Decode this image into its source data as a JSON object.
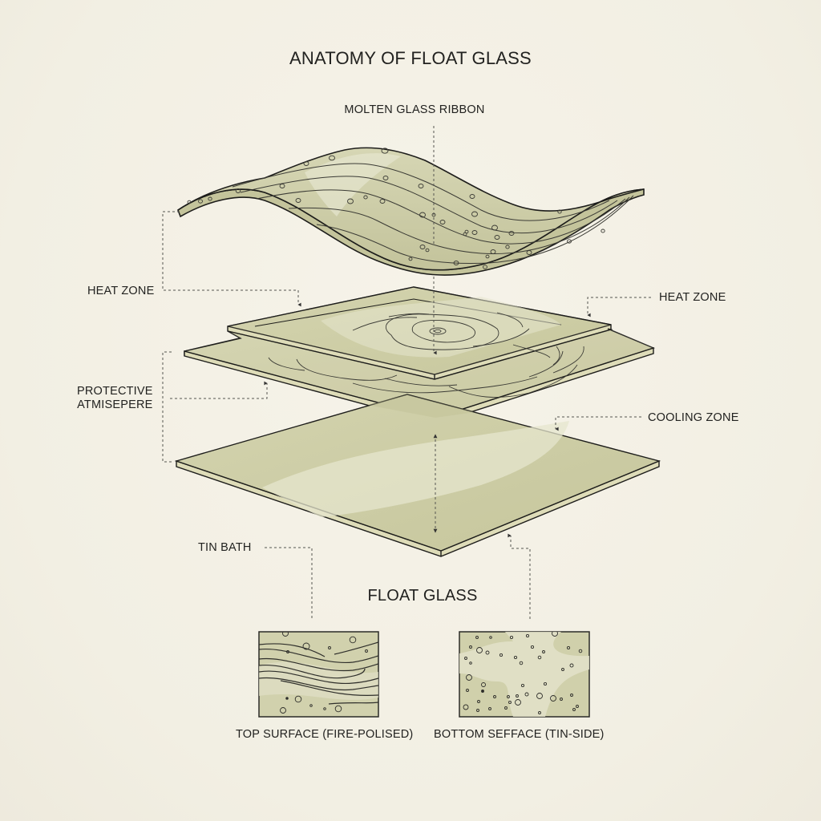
{
  "title": "ANATOMY OF FLOAT GLASS",
  "subtitle": "FLOAT GLASS",
  "labels": {
    "molten_ribbon": "MOLTEN GLASS RIBBON",
    "heat_zone_left": "HEAT ZONE",
    "heat_zone_right": "HEAT ZONE",
    "protective_line1": "PROTECTIVE",
    "protective_line2": "ATMISEPERE",
    "cooling_zone": "COOLING ZONE",
    "tin_bath": "TIN BATH"
  },
  "insets": [
    {
      "id": "top-surface",
      "caption": "TOP SURFACE (FIRE-POLISED)",
      "pattern": "wavy-lines"
    },
    {
      "id": "bottom-surface",
      "caption": "BOTTOM SEFFACE (TIN-SIDE)",
      "pattern": "bubbles-mottled"
    }
  ],
  "layers": [
    {
      "id": "molten-glass-ribbon",
      "shape": "wavy-ribbon"
    },
    {
      "id": "heat-zone-sheet",
      "shape": "flat-sheet",
      "detail": "concentric contours"
    },
    {
      "id": "protective-atmosphere-sheet",
      "shape": "flat-sheet",
      "detail": "flow contours"
    },
    {
      "id": "float-glass-sheet",
      "shape": "flat-sheet",
      "detail": "highlight band"
    }
  ],
  "colors": {
    "background": "#f3f0e5",
    "glass_fill": "#cdcda6",
    "glass_light": "#e3e3c8",
    "glass_edge": "#dedcb8",
    "outline": "#1d1d1b",
    "leader": "#555550"
  }
}
